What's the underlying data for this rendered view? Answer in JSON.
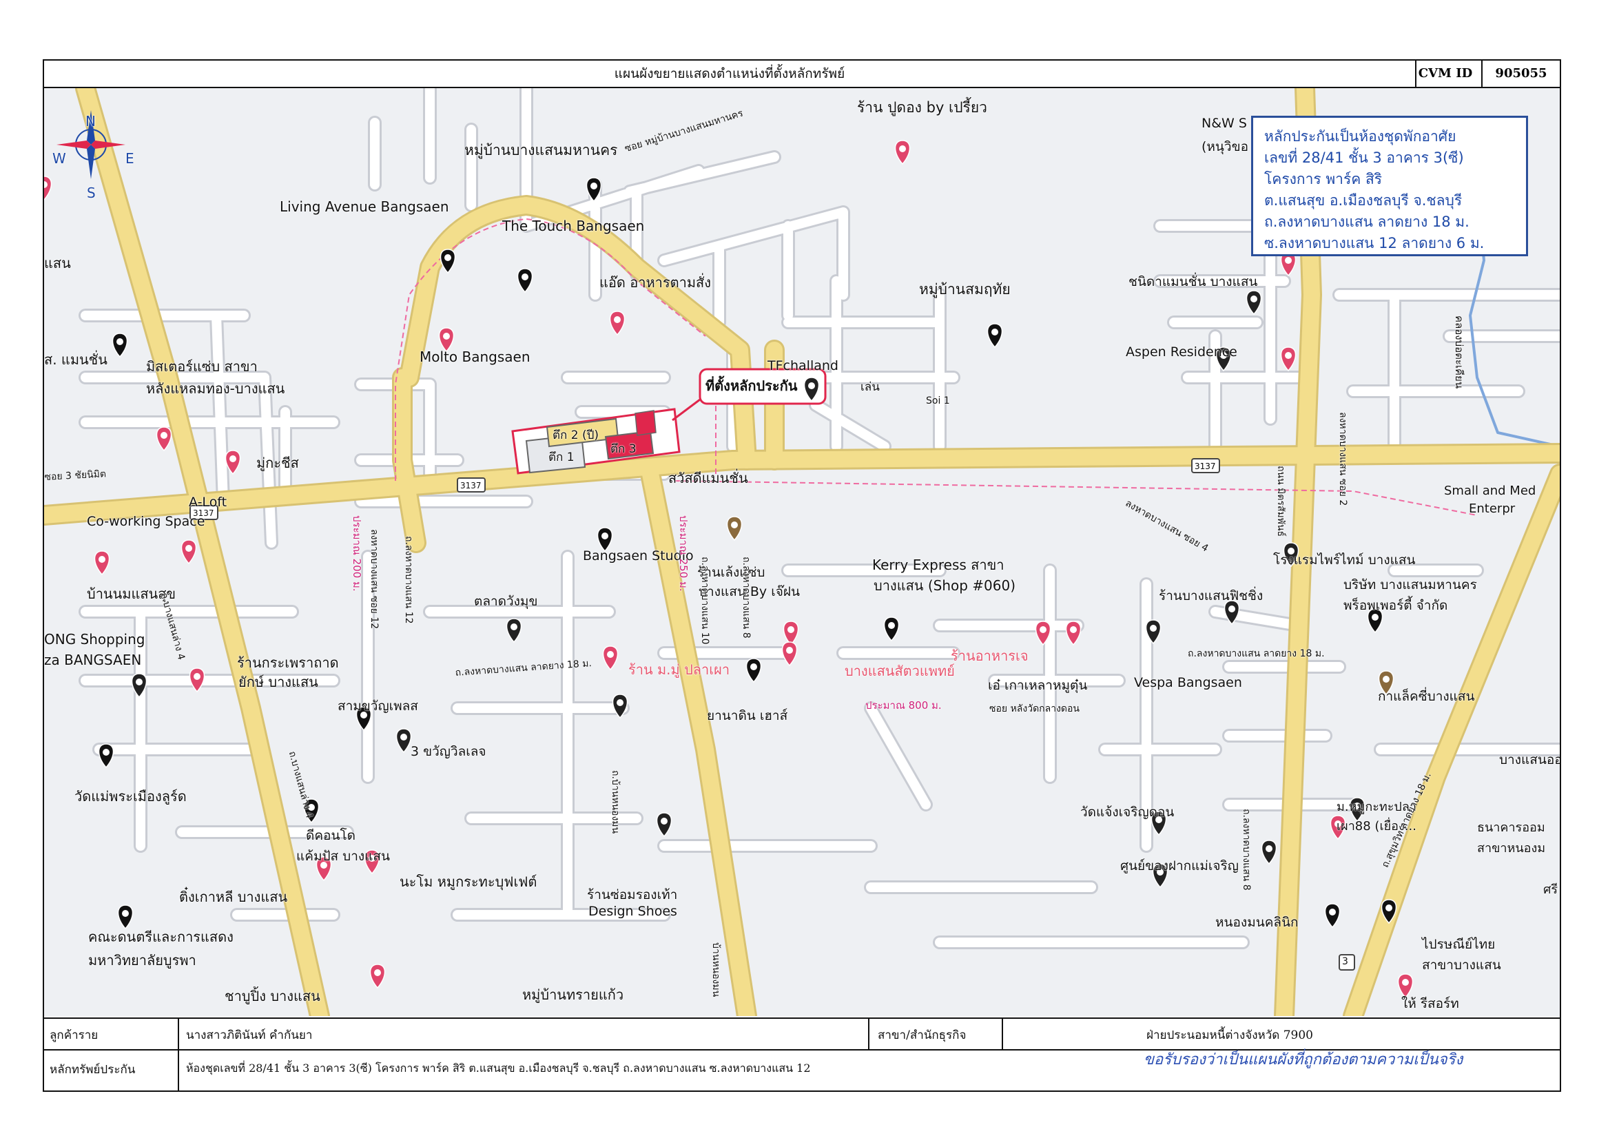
{
  "header": {
    "title": "แผนผังขยายแสดงตำแหน่งที่ตั้งหลักทรัพย์",
    "cvm_label": "CVM ID :",
    "cvm_value": "905055"
  },
  "notes": {
    "lines": [
      "หลักประกันเป็นห้องชุดพักอาศัย",
      "เลขที่ 28/41 ชั้น 3 อาคาร 3(ซี)",
      "โครงการ พาร์ค สิริ",
      "ต.แสนสุข อ.เมืองชลบุรี จ.ชลบุรี",
      "ถ.ลงหาดบางแสน ลาดยาง 18 ม.",
      "ซ.ลงหาดบางแสน 12 ลาดยาง 6 ม."
    ]
  },
  "compass": {
    "n": "N",
    "e": "E",
    "s": "S",
    "w": "W"
  },
  "target": {
    "callout": "ที่ตั้งหลักประกัน",
    "building_1": "ตึก 1",
    "building_2": "ตึก 2 (ปี)",
    "building_3": "ตึก 3"
  },
  "distances": {
    "d200": "ประมาณ 200 ม.",
    "d250": "ประมาณ 250 ม.",
    "d800": "ประมาณ 800 ม."
  },
  "roads": {
    "main_road": "ถ.ลงหาดบางแสน ลาดยาง 18 ม.",
    "main_road_right": "ถ.ลงหาดบางแสน ลาดยาง 18 ม.",
    "soi12": "ถ.ลงหาดบางแสน 12",
    "soi12b": "ลงหาดบางแสน ซอย 12",
    "soi10": "ถ.ลงหาดบางแสน 10",
    "soi8": "ถ.ลงหาดบางแสน 8",
    "soi_village": "ซอย หมู่บ้านบางแสนมหานคร",
    "soi3": "ซอย 3 ชัยนิมิต",
    "bangsaen4": "ถ.บางแสนล่าง 4",
    "bangsaen4b": "ถ.บางแสนล่าง 4",
    "soi4": "ลงหาดบางแสน ซอย 4",
    "soi1": "Soi 1",
    "soi2": "ลงหาดบางแสน ซอย 2",
    "mitsamphan": "ถนน มิตรสัมพันธ์",
    "soi_wat": "ซอย หลังวัดกลางดอน",
    "sukhumvit": "ถ.สุขุมวิท ลาดยาง 18 ม.",
    "soi8b": "ถ.ลงหาดบางแสน 8",
    "khlong": "คลองบ่อตะเคียน",
    "bangsaen_rd": "ถ.บ้านหนองมน",
    "ban_nong_mon": "บ้านหนองมน",
    "r3137a": "3137",
    "r3137b": "3137",
    "r3137c": "3137",
    "r3137d": "3137",
    "r3": "3"
  },
  "places": {
    "p01": "หมู่บ้านบางแสนมหานคร",
    "p02": "ร้าน ปูดอง by เปรี้ยว",
    "p03": "Living Avenue Bangsaen",
    "p04": "The Touch Bangsaen",
    "p05": "แอ๊ด อาหารตามสั่ง",
    "p06": "หมู่บ้านสมฤทัย",
    "p07": "Molto Bangsaen",
    "p08": "TFchalland",
    "p09": "เล่น",
    "p10": "มิสเตอร์แซ่บ สาขา",
    "p11": "หลังแหลมทอง-บางแสน",
    "p12": "ส. แมนชั่น",
    "p13": "แสน",
    "p14": "มู่กะชีส",
    "p15": "สวัสดีแมนชั่น",
    "p16": "A-Loft",
    "p17": "Co-working Space",
    "p18": "Bangsaen Studio",
    "p19": "บ้านนมแสนสุข",
    "p20": "ตลาดวังมุข",
    "p21": "ร้านเล้งแซ่บ",
    "p22": "บางแสน By เจ๊ฝน",
    "p23": "Kerry Express สาขา",
    "p24": "บางแสน (Shop #060)",
    "p25": "ONG Shopping",
    "p26": "za BANGSAEN",
    "p27": "ร้านกระเพราถาด",
    "p28": "ยักษ์ บางแสน",
    "p29": "ร้าน ม.มู่ ปลาเผา",
    "p30": "บางแสนสัตวแพทย์",
    "p31": "ร้านอาหารเจ",
    "p32": "เอ๋ เกาเหลาหมูตุ๋น",
    "p33": "Vespa Bangsaen",
    "p34": "สามขวัญเพลส",
    "p35": "ยานาดิน เฮาส์",
    "p36": "3 ขวัญวิลเลจ",
    "p37": "วัดแม่พระเมืองลูร์ด",
    "p38": "ดีคอนโด",
    "p39": "แค้มปัส บางแสน",
    "p40": "ร้านซ่อมรองเท้า",
    "p41": "Design Shoes",
    "p42": "ติ๋งเกาหลี บางแสน",
    "p43": "นะโม หมูกระทะบุฟเฟต์",
    "p44": "คณะดนตรีและการแสดง",
    "p45": "มหาวิทยาลัยบูรพา",
    "p46": "ชาบูปิ้ง บางแสน",
    "p47": "หมู่บ้านทรายแก้ว",
    "p48": "N&W S",
    "p49": "(หนุวิขอ",
    "p50": "ชนิดาแมนชั่น บางแสน",
    "p51": "Aspen Residence",
    "p52": "Small and Med",
    "p53": "Enterpr",
    "p54": "โรงแรมไพร์ไทม์ บางแสน",
    "p55": "ร้านบางแสนฟิชชิ่ง",
    "p56": "บริษัท บางแสนมหานคร",
    "p57": "พร็อพเพอร์ตี้ จำกัด",
    "p58": "กาแล็คซี่บางแสน",
    "p59": "บางแสนออดิ",
    "p60": "วัดแจ้งเจริญดอน",
    "p61": "ม.หมูกะทะปลา",
    "p62": "เผา88 (เยื่อง...",
    "p63": "ธนาคารออม",
    "p64": "สาขาหนองม",
    "p65": "ศูนย์ของฝากแม่เจริญ",
    "p66": "หนองมนคลินิก",
    "p67": "ไปรษณีย์ไทย",
    "p68": "สาขาบางแสน",
    "p69": "ศรี",
    "p70": "ให้ รีสอร์ท"
  },
  "footer": {
    "debtor_label": "ลูกค้าราย",
    "debtor_value": "นางสาวภิตินันท์ คำกันยา",
    "branch_label": "สาขา/สำนักธุรกิจ",
    "branch_value": "ฝ่ายประนอมหนี้ต่างจังหวัด 7900",
    "collateral_label": "หลักทรัพย์ประกัน",
    "collateral_value": "ห้องชุดเลขที่ 28/41 ชั้น 3 อาคาร 3(ซี) โครงการ พาร์ค สิริ ต.แสนสุข อ.เมืองชลบุรี จ.ชลบุรี ถ.ลงหาดบางแสน ซ.ลงหาดบางแสน 12",
    "signature": "ขอรับรองว่าเป็นแผนผังที่ถูกต้องตามความเป็นจริง"
  },
  "colors": {
    "road_main": "#f3de8c",
    "road_minor": "#ffffff",
    "map_bg": "#eef0f3",
    "pin_food": "#e0456b",
    "pin_black": "#111111",
    "notes_text": "#1f4aa8",
    "target_red": "#e0264c",
    "target_yellow": "#f3de8c"
  }
}
